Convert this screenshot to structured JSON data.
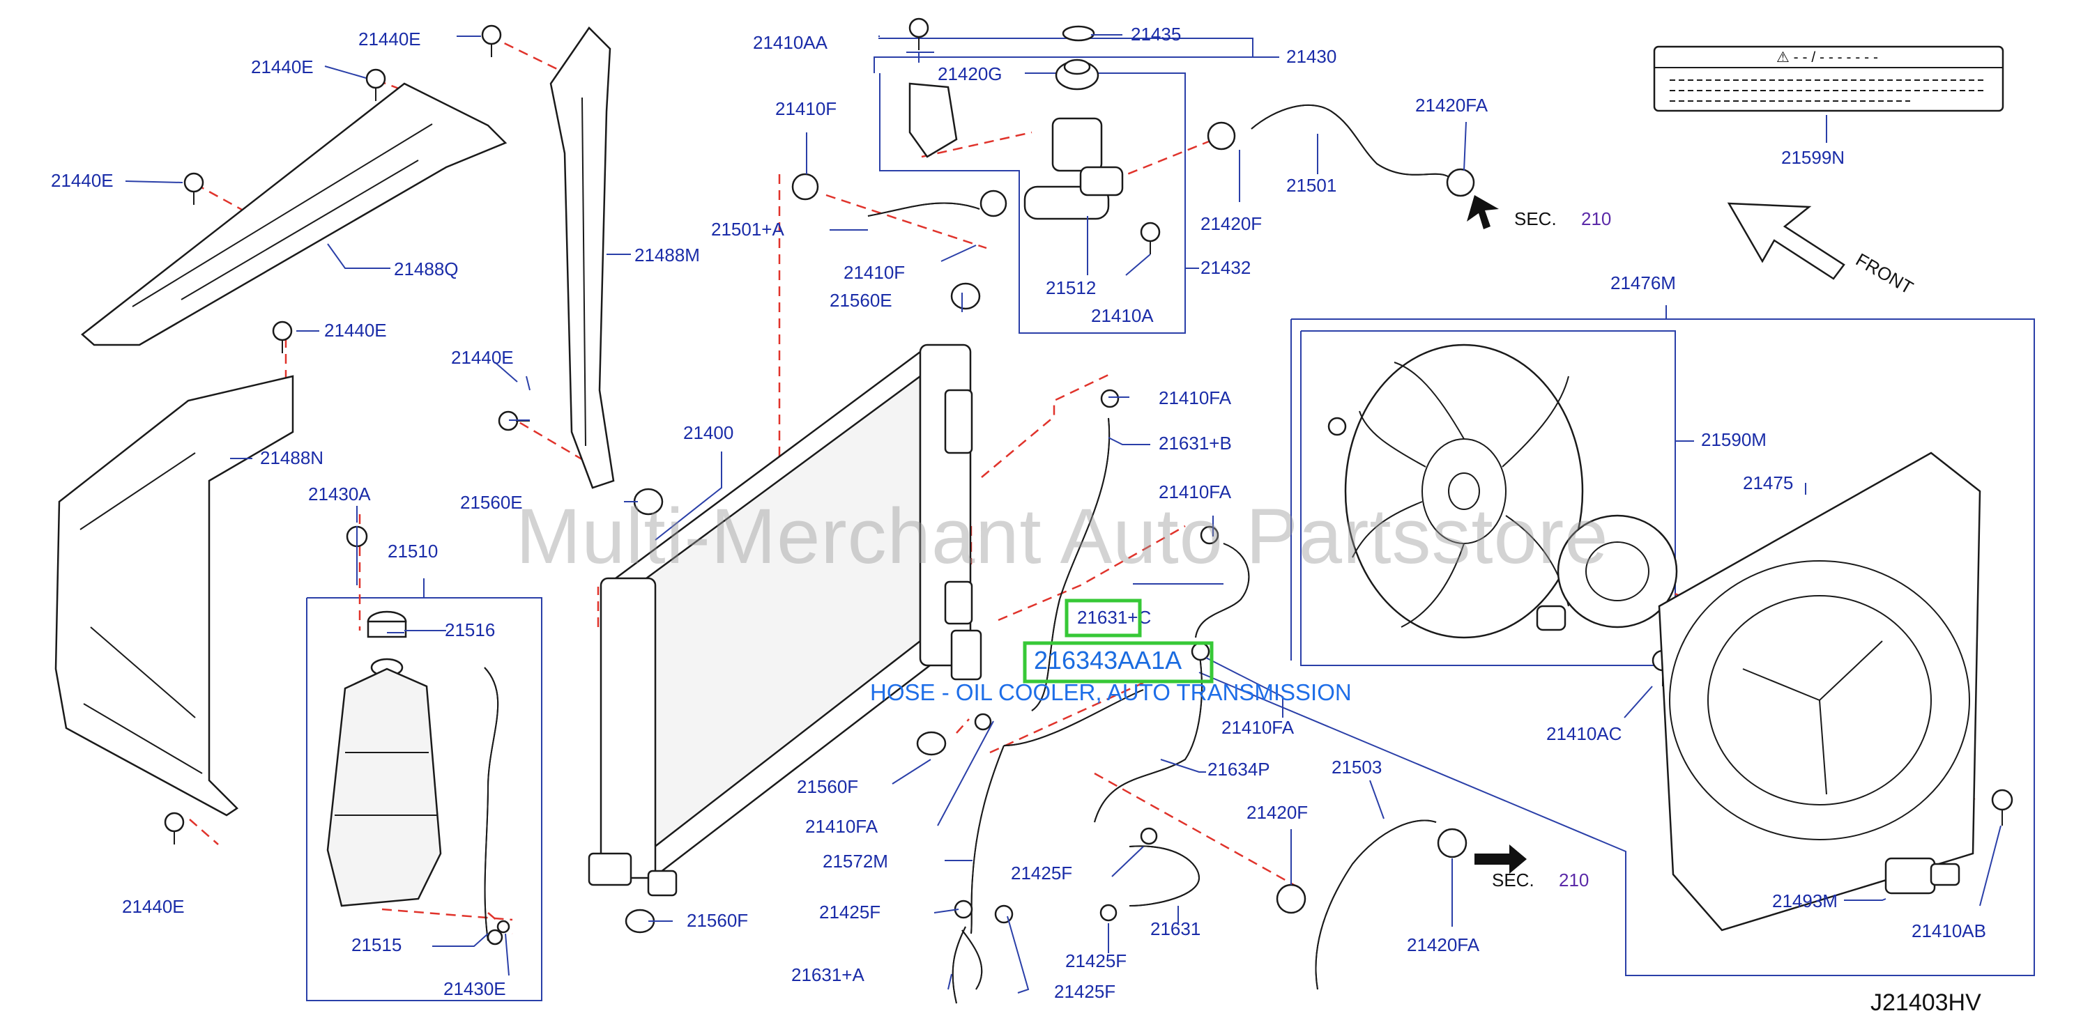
{
  "watermark": "Multi-Merchant Auto Partsstore",
  "highlight": {
    "code": "216343AA1A",
    "description": "HOSE - OIL COOLER, AUTO TRANSMISSION"
  },
  "diagram_code": "J21403HV",
  "sec_label": "SEC.",
  "sec_number": "210",
  "front_label": "FRONT",
  "warning_label_text": "⚠ - - / - - - - - - -",
  "colors": {
    "label": "#1a2ca8",
    "leader": "#2a3fa8",
    "dash": "#e0332b",
    "highlight": "#37c837",
    "watermark": "#969696"
  },
  "labels": {
    "l21440E_1": "21440E",
    "l21440E_2": "21440E",
    "l21440E_3": "21440E",
    "l21440E_4": "21440E",
    "l21440E_5": "21440E",
    "l21440E_6": "21440E",
    "l21488Q": "21488Q",
    "l21488M": "21488M",
    "l21488N": "21488N",
    "l21410AA": "21410AA",
    "l21420G": "21420G",
    "l21435": "21435",
    "l21430": "21430",
    "l21410F_1": "21410F",
    "l21410F_2": "21410F",
    "l21501A": "21501+A",
    "l21512": "21512",
    "l21410A": "21410A",
    "l21432": "21432",
    "l21501": "21501",
    "l21420FA_1": "21420FA",
    "l21420F_1": "21420F",
    "l21599N": "21599N",
    "l21476M": "21476M",
    "l21590M": "21590M",
    "l21475": "21475",
    "l21560E_1": "21560E",
    "l21560E_2": "21560E",
    "l21400": "21400",
    "l21410FA_1": "21410FA",
    "l21631B": "21631+B",
    "l21410FA_2": "21410FA",
    "l21631C": "21631+C",
    "l21410FA_3": "21410FA",
    "l21634P": "21634P",
    "l21430A": "21430A",
    "l21510": "21510",
    "l21516": "21516",
    "l21515": "21515",
    "l21430E": "21430E",
    "l21560F_1": "21560F",
    "l21560F_2": "21560F",
    "l21410FA_4": "21410FA",
    "l21572M": "21572M",
    "l21425F_1": "21425F",
    "l21425F_2": "21425F",
    "l21425F_3": "21425F",
    "l21425F_4": "21425F",
    "l21631A": "21631+A",
    "l21631": "21631",
    "l21503": "21503",
    "l21420F_2": "21420F",
    "l21420FA_2": "21420FA",
    "l21410AC": "21410AC",
    "l21493M": "21493M",
    "l21410AB": "21410AB"
  }
}
